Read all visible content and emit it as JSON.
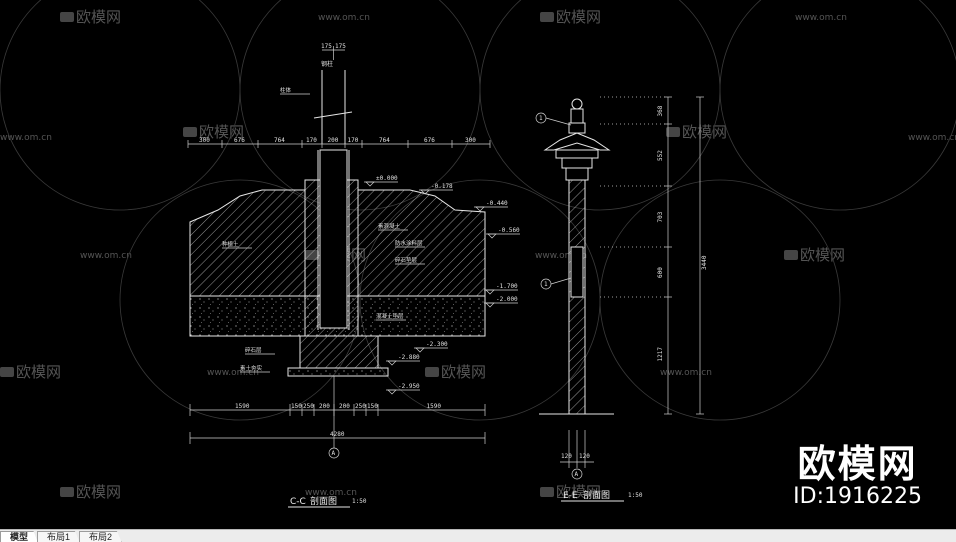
{
  "watermark": {
    "brand": "欧模网",
    "url": "www.om.cn"
  },
  "brand_overlay": {
    "name": "欧模网",
    "id_text": "ID:1916225"
  },
  "tabs": [
    {
      "label": "模型",
      "active": true
    },
    {
      "label": "布局1",
      "active": false
    },
    {
      "label": "布局2",
      "active": false
    }
  ],
  "left_view": {
    "title": "C-C",
    "title_suffix": "剖面图",
    "scale": "1:50",
    "axis": "A",
    "top_dims": [
      "175",
      "175"
    ],
    "row_dims": [
      "300",
      "676",
      "764",
      "170",
      "200",
      "170",
      "764",
      "676",
      "300"
    ],
    "bottom_dims": [
      "1590",
      "150",
      "250",
      "200",
      "200",
      "250",
      "150",
      "1590"
    ],
    "total": "4280",
    "inner_dim": "200",
    "levels": [
      "±0.000",
      "-0.178",
      "-0.440",
      "-0.560",
      "-1.700",
      "-2.000",
      "-2.300",
      "-2.880",
      "-2.950"
    ],
    "labels": [
      "柱体",
      "种植土",
      "素混凝土",
      "防水涂料层",
      "碎石垫层",
      "混凝土垫层",
      "碎石层",
      "素土夯实"
    ]
  },
  "right_view": {
    "title": "E-E",
    "title_suffix": "剖面图",
    "scale": "1:50",
    "axis": "A",
    "vert_dims": [
      "368",
      "552",
      "703",
      "600",
      "1217"
    ],
    "total": "3440",
    "bottom_dims": [
      "120",
      "120"
    ],
    "callouts": [
      "1",
      "1"
    ]
  }
}
